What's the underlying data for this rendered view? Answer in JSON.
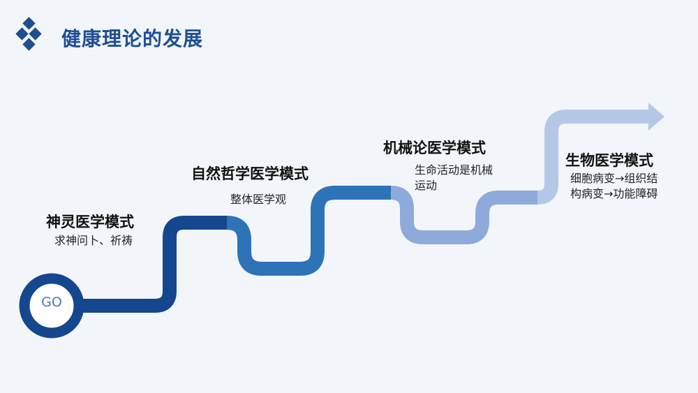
{
  "title": "健康理论的发展",
  "start_label": "GO",
  "colors": {
    "title": "#1f4e91",
    "segment_1": "#15478f",
    "segment_2": "#2e73b8",
    "segment_3": "#8eaadb",
    "segment_4": "#b4c7e7"
  },
  "stages": [
    {
      "title": "神灵医学模式",
      "desc": "求神问卜、祈祷"
    },
    {
      "title": "自然哲学医学模式",
      "desc": "整体医学观"
    },
    {
      "title": "机械论医学模式",
      "desc": "生命活动是机械运动"
    },
    {
      "title": "生物医学模式",
      "desc": "细胞病变→组织结构病变→功能障碍"
    }
  ]
}
